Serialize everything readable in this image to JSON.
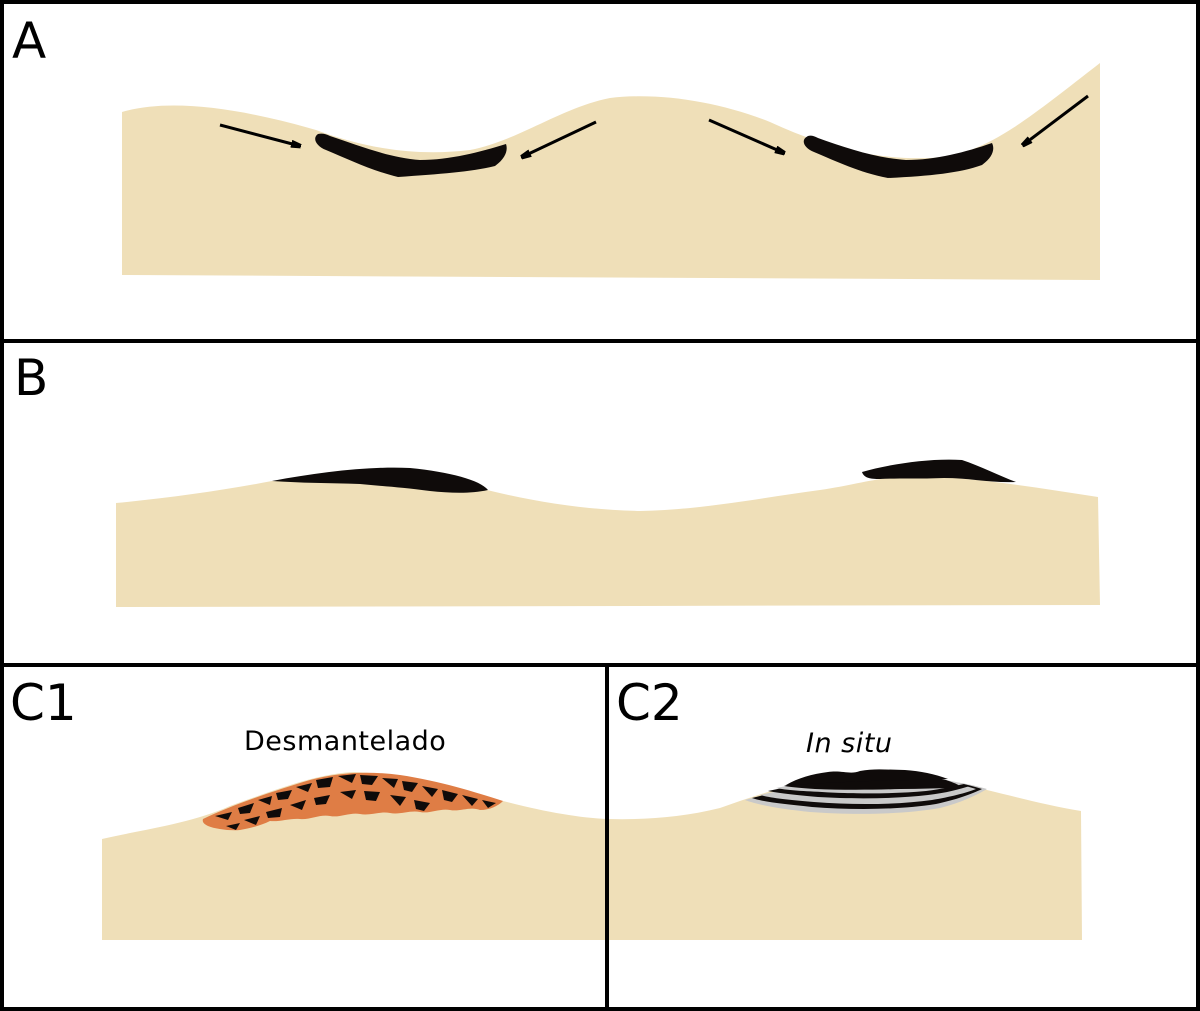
{
  "panels": {
    "a": {
      "label": "A"
    },
    "b": {
      "label": "B"
    },
    "c1": {
      "label": "C1",
      "caption": "Desmantelado"
    },
    "c2": {
      "label": "C2",
      "caption": "In situ"
    }
  },
  "colors": {
    "sediment": "#efdfb8",
    "deposit": "#0f0b0a",
    "weathered": "#df7d45",
    "interlayer": "#c9c9c9",
    "border": "#000000"
  }
}
